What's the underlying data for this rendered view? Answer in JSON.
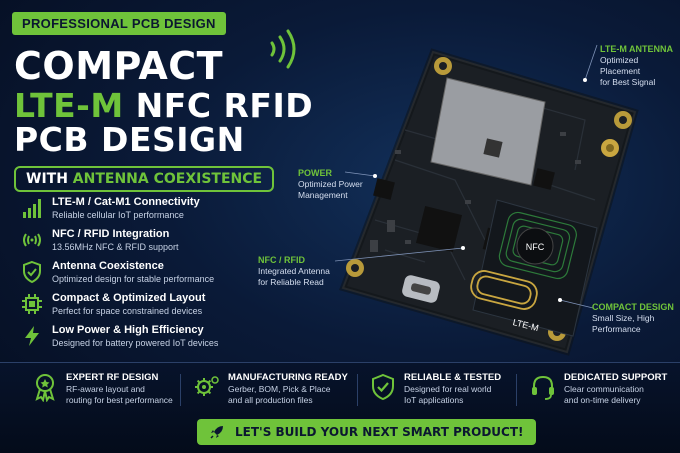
{
  "badge": "PROFESSIONAL PCB DESIGN",
  "title": {
    "line1": "COMPACT",
    "line2_green": "LTE-M",
    "line2_white": "NFC RFID",
    "line3": "PCB DESIGN"
  },
  "subtitle": {
    "prefix": "WITH",
    "highlight": "ANTENNA COEXISTENCE"
  },
  "features": [
    {
      "icon": "antenna-signal-icon",
      "title": "LTE-M / Cat-M1 Connectivity",
      "desc": "Reliable cellular IoT performance"
    },
    {
      "icon": "nfc-icon",
      "title": "NFC / RFID Integration",
      "desc": "13.56MHz NFC & RFID support"
    },
    {
      "icon": "shield-check-icon",
      "title": "Antenna Coexistence",
      "desc": "Optimized design for stable performance"
    },
    {
      "icon": "chip-icon",
      "title": "Compact & Optimized Layout",
      "desc": "Perfect for space constrained devices"
    },
    {
      "icon": "lightning-icon",
      "title": "Low Power & High Efficiency",
      "desc": "Designed for battery powered IoT devices"
    }
  ],
  "callouts": {
    "lte": {
      "title": "LTE-M ANTENNA",
      "line1": "Optimized Placement",
      "line2": "for Best Signal"
    },
    "power": {
      "title": "POWER",
      "line1": "Optimized Power",
      "line2": "Management"
    },
    "nfc": {
      "title": "NFC / RFID",
      "line1": "Integrated Antenna",
      "line2": "for Reliable Read"
    },
    "compact": {
      "title": "COMPACT DESIGN",
      "line1": "Small Size, High",
      "line2": "Performance"
    }
  },
  "board_labels": {
    "nfc": "NFC",
    "ltem": "LTE-M"
  },
  "bottom": [
    {
      "icon": "medal-icon",
      "title": "EXPERT RF DESIGN",
      "line1": "RF-aware layout and",
      "line2": "routing for best performance"
    },
    {
      "icon": "gears-icon",
      "title": "MANUFACTURING READY",
      "line1": "Gerber, BOM, Pick & Place",
      "line2": "and all production files"
    },
    {
      "icon": "shield-check-icon",
      "title": "RELIABLE & TESTED",
      "line1": "Designed for real world",
      "line2": "IoT applications"
    },
    {
      "icon": "headset-icon",
      "title": "DEDICATED SUPPORT",
      "line1": "Clear communication",
      "line2": "and on-time delivery"
    }
  ],
  "cta": "LET'S BUILD YOUR NEXT SMART PRODUCT!",
  "colors": {
    "accent": "#6fc33a",
    "background": "#0a1a38",
    "pcb": "#1b1f24"
  }
}
